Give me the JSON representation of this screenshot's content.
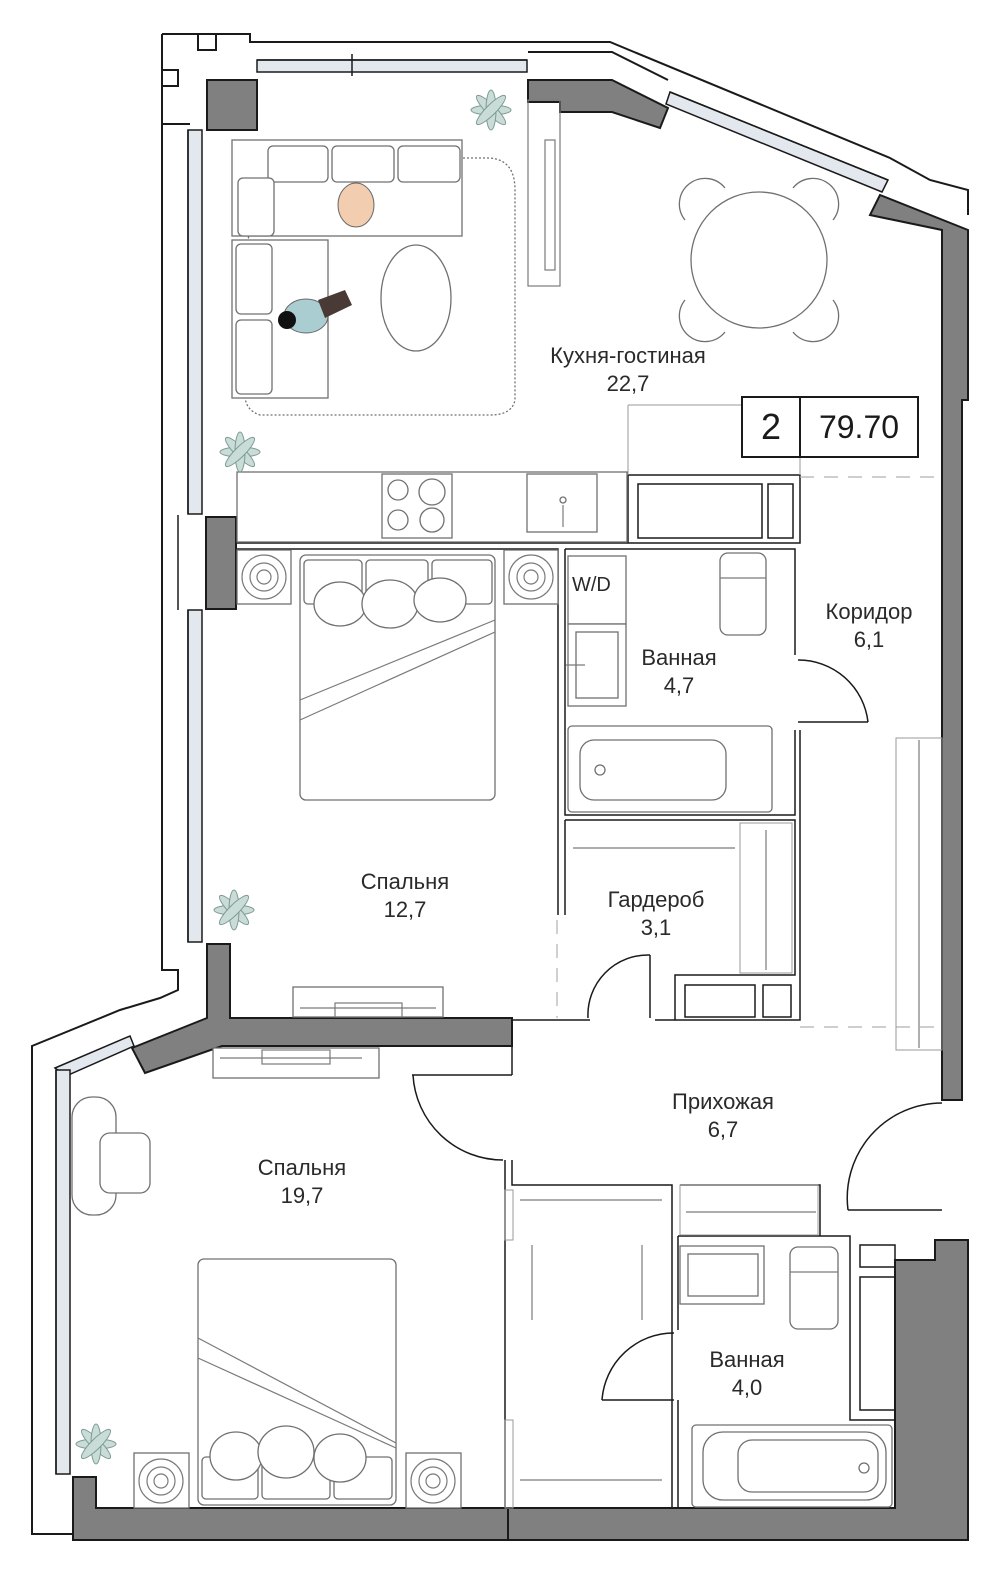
{
  "plan": {
    "rooms_count": "2",
    "total_area": "79.70",
    "colors": {
      "wall_fill": "#808080",
      "glass": "#e3e8ef",
      "plant": "#c9dcd8",
      "line": "#1a1a1a"
    }
  },
  "rooms": [
    {
      "name": "Кухня-гостиная",
      "area": "22,7"
    },
    {
      "name": "Ванная",
      "area": "4,7"
    },
    {
      "name": "Коридор",
      "area": "6,1"
    },
    {
      "name": "Спальня",
      "area": "12,7"
    },
    {
      "name": "Гардероб",
      "area": "3,1"
    },
    {
      "name": "Прихожая",
      "area": "6,7"
    },
    {
      "name": "Спальня",
      "area": "19,7"
    },
    {
      "name": "Ванная",
      "area": "4,0"
    }
  ],
  "fixtures": {
    "washer_dryer_label": "W/D"
  }
}
